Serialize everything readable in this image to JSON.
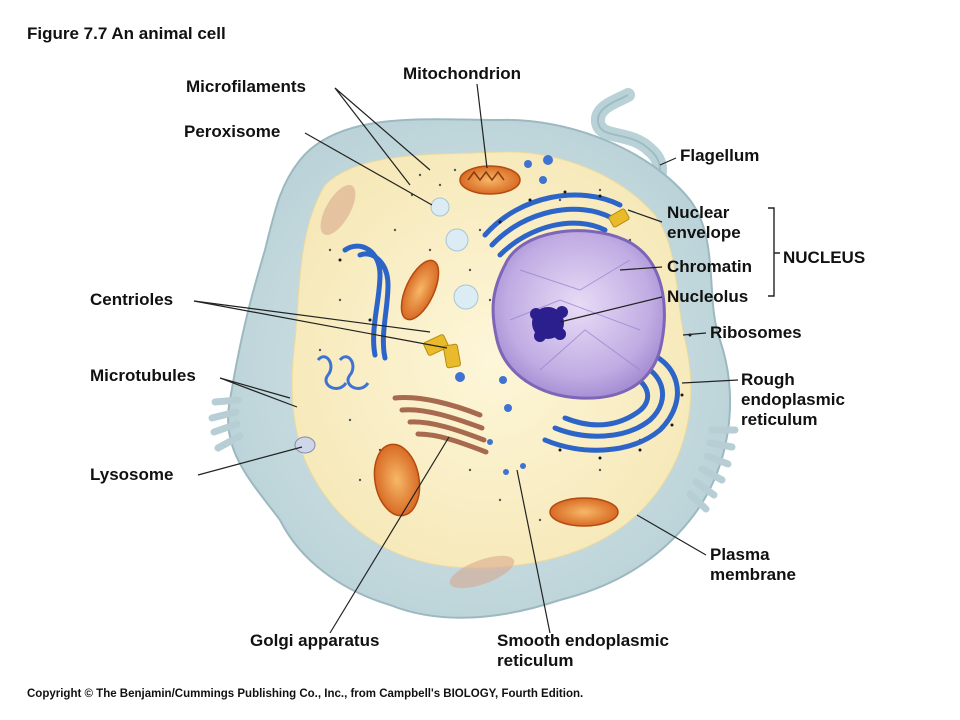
{
  "figure": {
    "title": "Figure 7.7  An animal cell",
    "copyright": "Copyright © The Benjamin/Cummings Publishing Co., Inc., from Campbell's BIOLOGY, Fourth Edition."
  },
  "labels": {
    "microfilaments": "Microfilaments",
    "mitochondrion": "Mitochondrion",
    "peroxisome": "Peroxisome",
    "flagellum": "Flagellum",
    "nuclear_envelope_1": "Nuclear",
    "nuclear_envelope_2": "envelope",
    "chromatin": "Chromatin",
    "nucleolus": "Nucleolus",
    "nucleus_group": "NUCLEUS",
    "centrioles": "Centrioles",
    "ribosomes": "Ribosomes",
    "microtubules": "Microtubules",
    "rough_er_1": "Rough",
    "rough_er_2": "endoplasmic",
    "rough_er_3": "reticulum",
    "lysosome": "Lysosome",
    "plasma_membrane_1": "Plasma",
    "plasma_membrane_2": "membrane",
    "golgi": "Golgi apparatus",
    "smooth_er_1": "Smooth endoplasmic",
    "smooth_er_2": "reticulum"
  },
  "colors": {
    "membrane": "#c9dfe3",
    "cytoplasm": "#fbf1c9",
    "nucleus": "#b9a4dc",
    "nucleolus": "#2a1f8c",
    "rough_er": "#2c64c8",
    "mitochondrion": "#e2731f",
    "golgi": "#a86a4e",
    "centriole": "#e9bb2a"
  }
}
